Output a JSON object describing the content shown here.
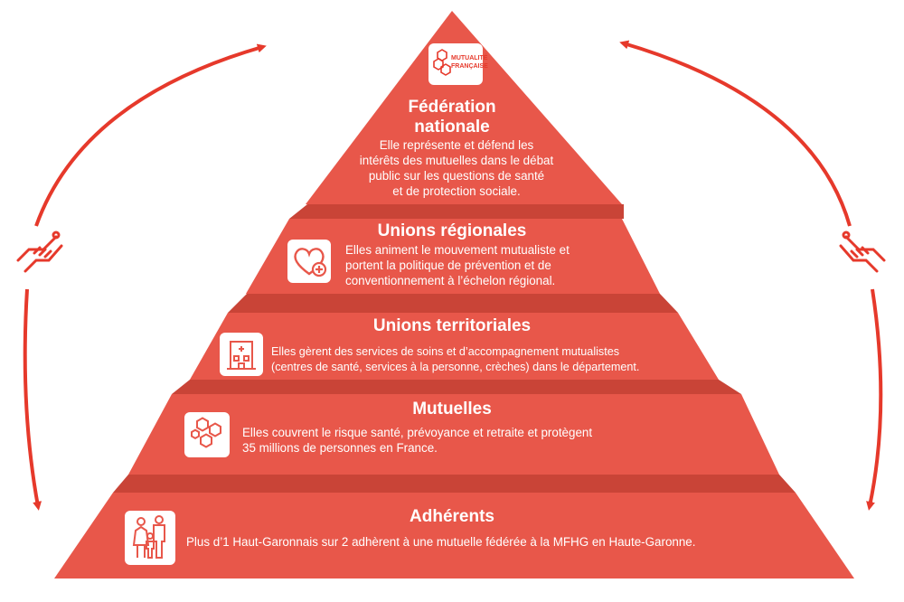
{
  "colors": {
    "tier": "#e8574a",
    "tier_dark": "#c94437",
    "arrow": "#e6392b",
    "text": "#ffffff"
  },
  "logo": {
    "line1": "MUTUALITÉ",
    "line2": "FRANÇAISE",
    "icon": "mutualite-francaise-logo"
  },
  "tiers": [
    {
      "title_lines": [
        "Fédération",
        "nationale"
      ],
      "body_lines": [
        "Elle représente et défend les",
        "intérêts des mutuelles dans le débat",
        "public sur les questions de santé",
        "et de protection sociale."
      ],
      "icon": "mutualite-logo"
    },
    {
      "title": "Unions régionales",
      "body_lines": [
        "Elles animent le mouvement mutualiste et",
        "portent la politique de prévention et de",
        "conventionnement à l’échelon régional."
      ],
      "icon": "heart-plus-icon"
    },
    {
      "title": "Unions territoriales",
      "body_lines": [
        "Elles gèrent des services de soins et d’accompagnement mutualistes",
        "(centres de santé, services à la personne, crèches) dans le département."
      ],
      "icon": "hospital-icon"
    },
    {
      "title": "Mutuelles",
      "body_lines": [
        "Elles couvrent le risque santé, prévoyance et retraite et protègent",
        "35 millions de personnes en France."
      ],
      "icon": "hexagons-icon"
    },
    {
      "title": "Adhérents",
      "body_lines": [
        "Plus d’1 Haut-Garonnais sur 2 adhèrent à une mutuelle fédérée à la MFHG en Haute-Garonne."
      ],
      "icon": "family-icon"
    }
  ],
  "side_icons": [
    "handshake-icon",
    "handshake-icon"
  ]
}
